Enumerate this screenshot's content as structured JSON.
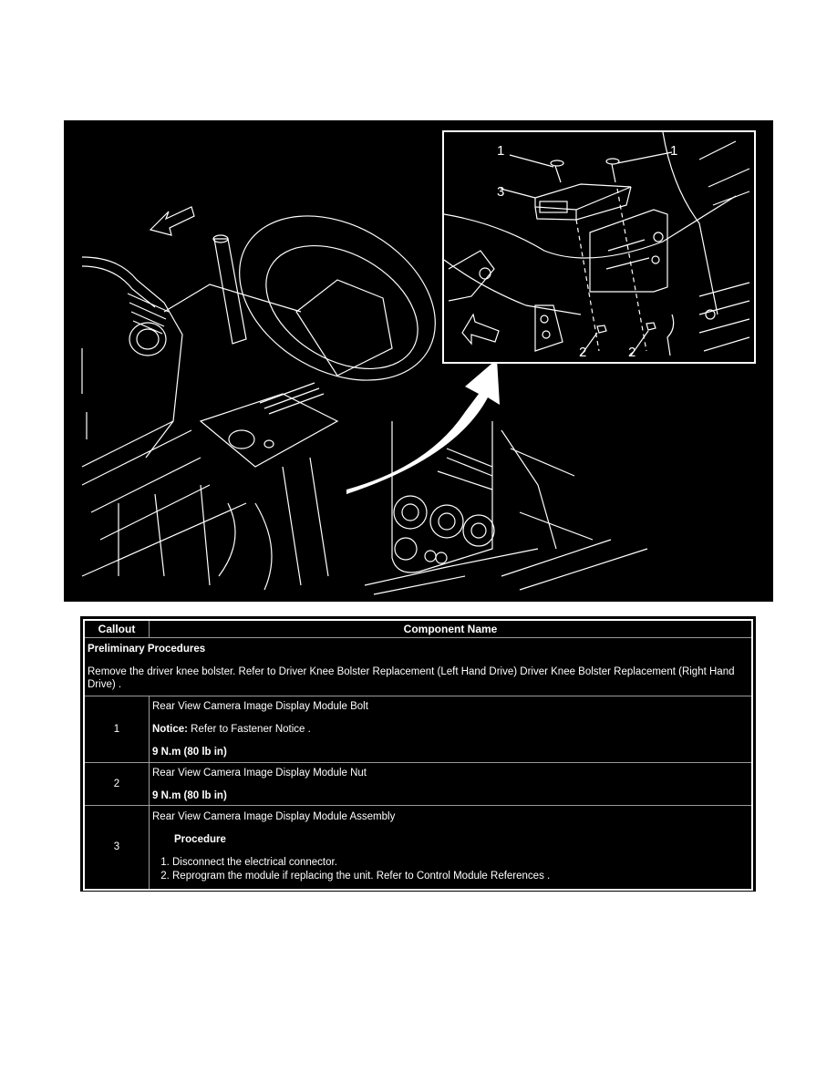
{
  "figure": {
    "description": "Rear view camera image display module location illustration",
    "inset_callouts": [
      {
        "label": "1",
        "pos": "top-left"
      },
      {
        "label": "1",
        "pos": "top-right"
      },
      {
        "label": "3",
        "pos": "left"
      },
      {
        "label": "2",
        "pos": "bottom-left"
      },
      {
        "label": "2",
        "pos": "bottom-right"
      }
    ]
  },
  "table": {
    "headers": [
      "Callout",
      "Component Name"
    ],
    "preliminary": {
      "title": "Preliminary Procedures",
      "text": "Remove the driver knee bolster. Refer to Driver Knee Bolster Replacement (Left Hand Drive) Driver Knee Bolster Replacement (Right Hand Drive) ."
    },
    "rows": [
      {
        "callout": "1",
        "name": "Rear View Camera Image Display Module Bolt",
        "notice_label": "Notice:",
        "notice_text": " Refer to Fastener Notice .",
        "torque": "9 N.m (80 lb in)"
      },
      {
        "callout": "2",
        "name": "Rear View Camera Image Display Module Nut",
        "torque": "9 N.m (80 lb in)"
      },
      {
        "callout": "3",
        "name": "Rear View Camera Image Display Module Assembly",
        "procedure_title": "Procedure",
        "steps": [
          "Disconnect the electrical connector.",
          "Reprogram the module if replacing the unit. Refer to Control Module References ."
        ]
      }
    ]
  }
}
